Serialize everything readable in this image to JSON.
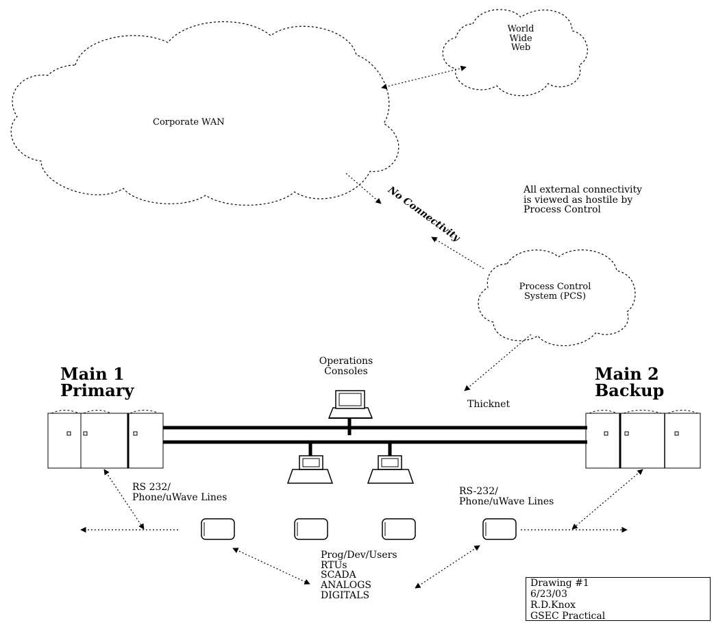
{
  "clouds": {
    "world_wide_web": "World\nWide\nWeb",
    "corporate_wan": "Corporate WAN",
    "pcs": "Process Control\nSystem (PCS)"
  },
  "labels": {
    "no_connectivity": "No Connectivity",
    "hostile_note": "All external connectivity\nis viewed as hostile by\nProcess Control",
    "operations_consoles": "Operations\nConsoles",
    "thicknet": "Thicknet",
    "main1": "Main 1\nPrimary",
    "main2": "Main 2\nBackup",
    "rs232_left": "RS 232/\nPhone/uWave Lines",
    "rs232_right": "RS-232/\nPhone/uWave Lines",
    "field_devices": "Prog/Dev/Users\nRTUs\nSCADA\nANALOGS\nDIGITALS"
  },
  "drawing_info": [
    "Drawing #1",
    "6/23/03",
    "R.D.Knox",
    "GSEC Practical"
  ]
}
